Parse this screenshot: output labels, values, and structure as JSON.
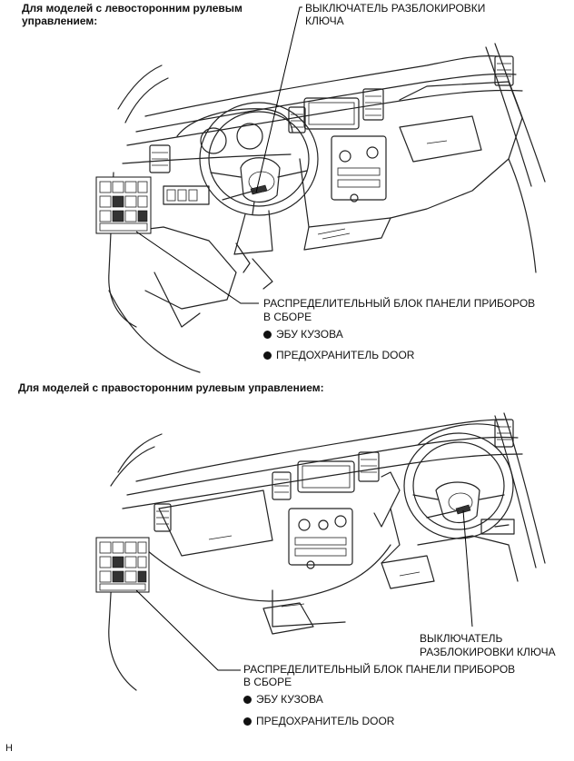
{
  "section_top": {
    "heading": "Для моделей с левосторонним рулевым управлением:",
    "heading_line1": "Для моделей с левосторонним рулевым",
    "heading_line2": "управлением:",
    "key_switch_line1": "ВЫКЛЮЧАТЕЛЬ РАЗБЛОКИРОВКИ",
    "key_switch_line2": "КЛЮЧА",
    "junction_block_line1": "РАСПРЕДЕЛИТЕЛЬНЫЙ БЛОК ПАНЕЛИ ПРИБОРОВ",
    "junction_block_line2": "В СБОРЕ",
    "items": [
      "ЭБУ КУЗОВА",
      "ПРЕДОХРАНИТЕЛЬ DOOR"
    ]
  },
  "section_bottom": {
    "heading": "Для моделей с правосторонним рулевым управлением:",
    "key_switch_line1": "ВЫКЛЮЧАТЕЛЬ",
    "key_switch_line2": "РАЗБЛОКИРОВКИ КЛЮЧА",
    "junction_block_line1": "РАСПРЕДЕЛИТЕЛЬНЫЙ БЛОК ПАНЕЛИ ПРИБОРОВ",
    "junction_block_line2": "В СБОРЕ",
    "items": [
      "ЭБУ КУЗОВА",
      "ПРЕДОХРАНИТЕЛЬ DOOR"
    ]
  },
  "footer_code": "H"
}
